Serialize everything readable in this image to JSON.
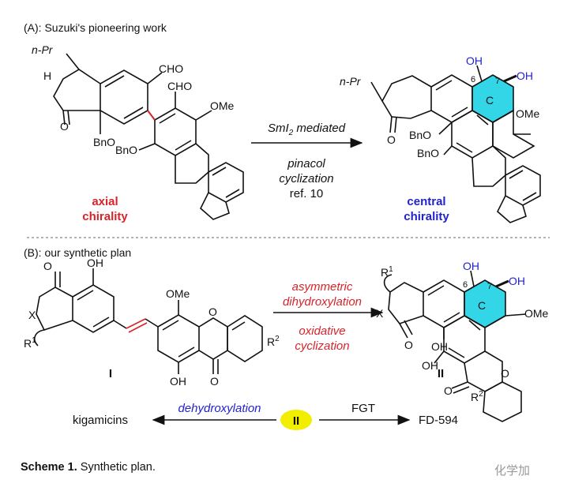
{
  "section_a": {
    "heading": "(A): Suzuki's pioneering work",
    "reagent_line1": "SmI",
    "reagent_sub": "2",
    "reagent_line1_rest": " mediated",
    "conditions": [
      "pinacol",
      "cyclization",
      "ref. 10"
    ],
    "left_label": [
      "axial",
      "chirality"
    ],
    "right_label": [
      "central",
      "chirality"
    ],
    "atoms": {
      "npr": "n-Pr",
      "h": "H",
      "cho1": "CHO",
      "cho2": "CHO",
      "ome": "OMe",
      "bno1": "BnO",
      "bno2": "BnO",
      "o": "O",
      "oh6": "OH",
      "oh7": "OH",
      "n6": "6",
      "n7": "7",
      "ring_c": "C"
    }
  },
  "section_b": {
    "heading": "(B): our synthetic plan",
    "arrow_top": [
      "asymmetric",
      "dihydroxylation"
    ],
    "arrow_bottom": [
      "oxidative",
      "cyclization"
    ],
    "compound_1": "I",
    "compound_2": "II",
    "atoms": {
      "oh": "OH",
      "x": "X",
      "r1": "R",
      "r1sup": "1",
      "r2": "R",
      "r2sup": "2",
      "ome": "OMe",
      "o": "O",
      "n6": "6",
      "n7": "7",
      "ring_c": "C"
    },
    "bottom_left": "kigamicins",
    "bottom_left_arrow": "dehydroxylation",
    "bottom_center": "II",
    "bottom_right_arrow": "FGT",
    "bottom_right": "FD-594"
  },
  "caption_bold": "Scheme 1.",
  "caption_text": " Synthetic plan.",
  "watermark": "化学加",
  "colors": {
    "red": "#d8232a",
    "blue": "#2222cc",
    "cyan_ring": "#33d6e6",
    "highlight": "#f2ee00",
    "divider": "#888888"
  }
}
